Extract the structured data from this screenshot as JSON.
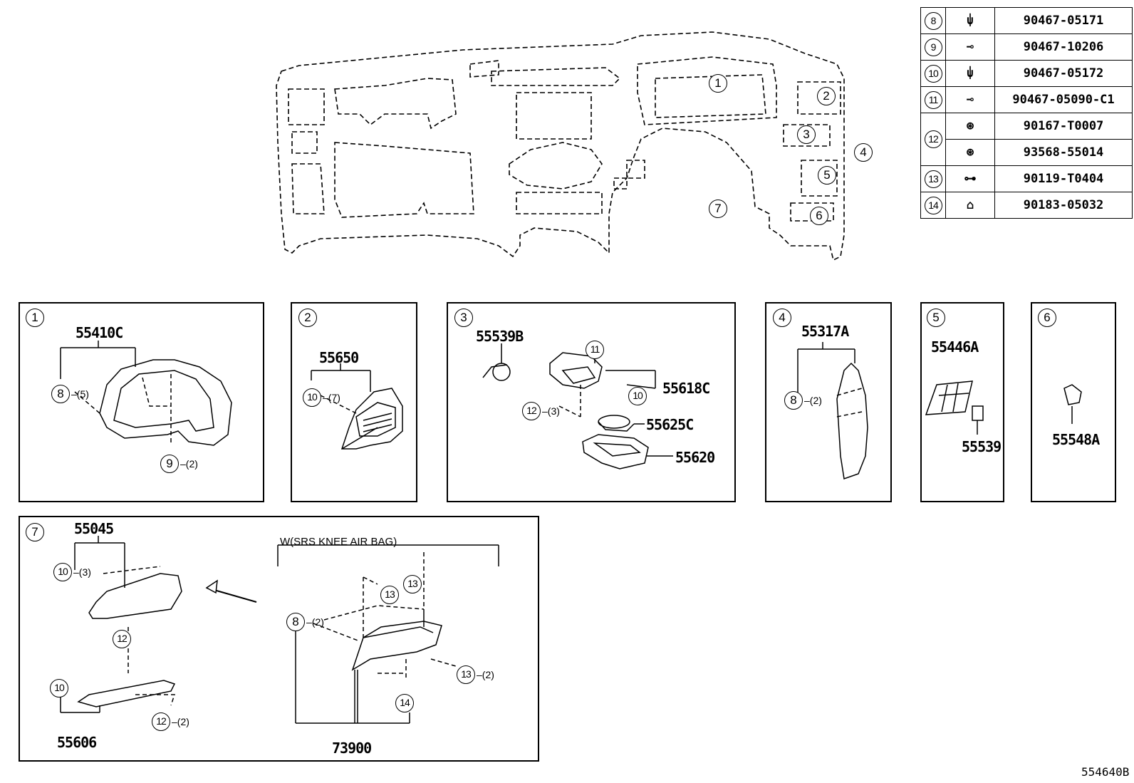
{
  "parts_table": {
    "rows": [
      {
        "ref": "8",
        "icon": "clip-icon",
        "part": "90467-05171"
      },
      {
        "ref": "9",
        "icon": "push-rivet-icon",
        "part": "90467-10206"
      },
      {
        "ref": "10",
        "icon": "clip-icon",
        "part": "90467-05172"
      },
      {
        "ref": "11",
        "icon": "push-clip-icon",
        "part": "90467-05090-C1"
      },
      {
        "ref": "12",
        "icon": "screw-icon",
        "part": "90167-T0007"
      },
      {
        "ref": "",
        "icon": "screw-icon",
        "part": "93568-55014"
      },
      {
        "ref": "13",
        "icon": "bolt-icon",
        "part": "90119-T0404"
      },
      {
        "ref": "14",
        "icon": "nut-clip-icon",
        "part": "90183-05032"
      }
    ]
  },
  "overview": {
    "callouts": [
      "1",
      "2",
      "3",
      "4",
      "5",
      "6",
      "7"
    ]
  },
  "panels": {
    "p1": {
      "num": "1",
      "part": "55410C",
      "c8": "8",
      "q8": "(5)",
      "c9": "9",
      "q9": "(2)"
    },
    "p2": {
      "num": "2",
      "part": "55650",
      "c10": "10",
      "q10": "(7)"
    },
    "p3": {
      "num": "3",
      "part_a": "55539B",
      "c11": "11",
      "part_b": "55618C",
      "c10": "10",
      "c12": "12",
      "q12": "(3)",
      "part_c": "55625C",
      "part_d": "55620"
    },
    "p4": {
      "num": "4",
      "part": "55317A",
      "c8": "8",
      "q8": "(2)"
    },
    "p5": {
      "num": "5",
      "part_a": "55446A",
      "part_b": "55539"
    },
    "p6": {
      "num": "6",
      "part": "55548A"
    },
    "p7": {
      "num": "7",
      "part_a": "55045",
      "c10a": "10",
      "q10a": "(3)",
      "c12a": "12",
      "c10b": "10",
      "c12b": "12",
      "q12b": "(2)",
      "part_b": "55606",
      "variant": "W(SRS KNEE AIR BAG)",
      "c13a": "13",
      "c13b": "13",
      "c8": "8",
      "q8": "(2)",
      "c13c": "13",
      "q13c": "(2)",
      "c14": "14",
      "part_c": "73900"
    }
  },
  "diagram_code": "554640B"
}
